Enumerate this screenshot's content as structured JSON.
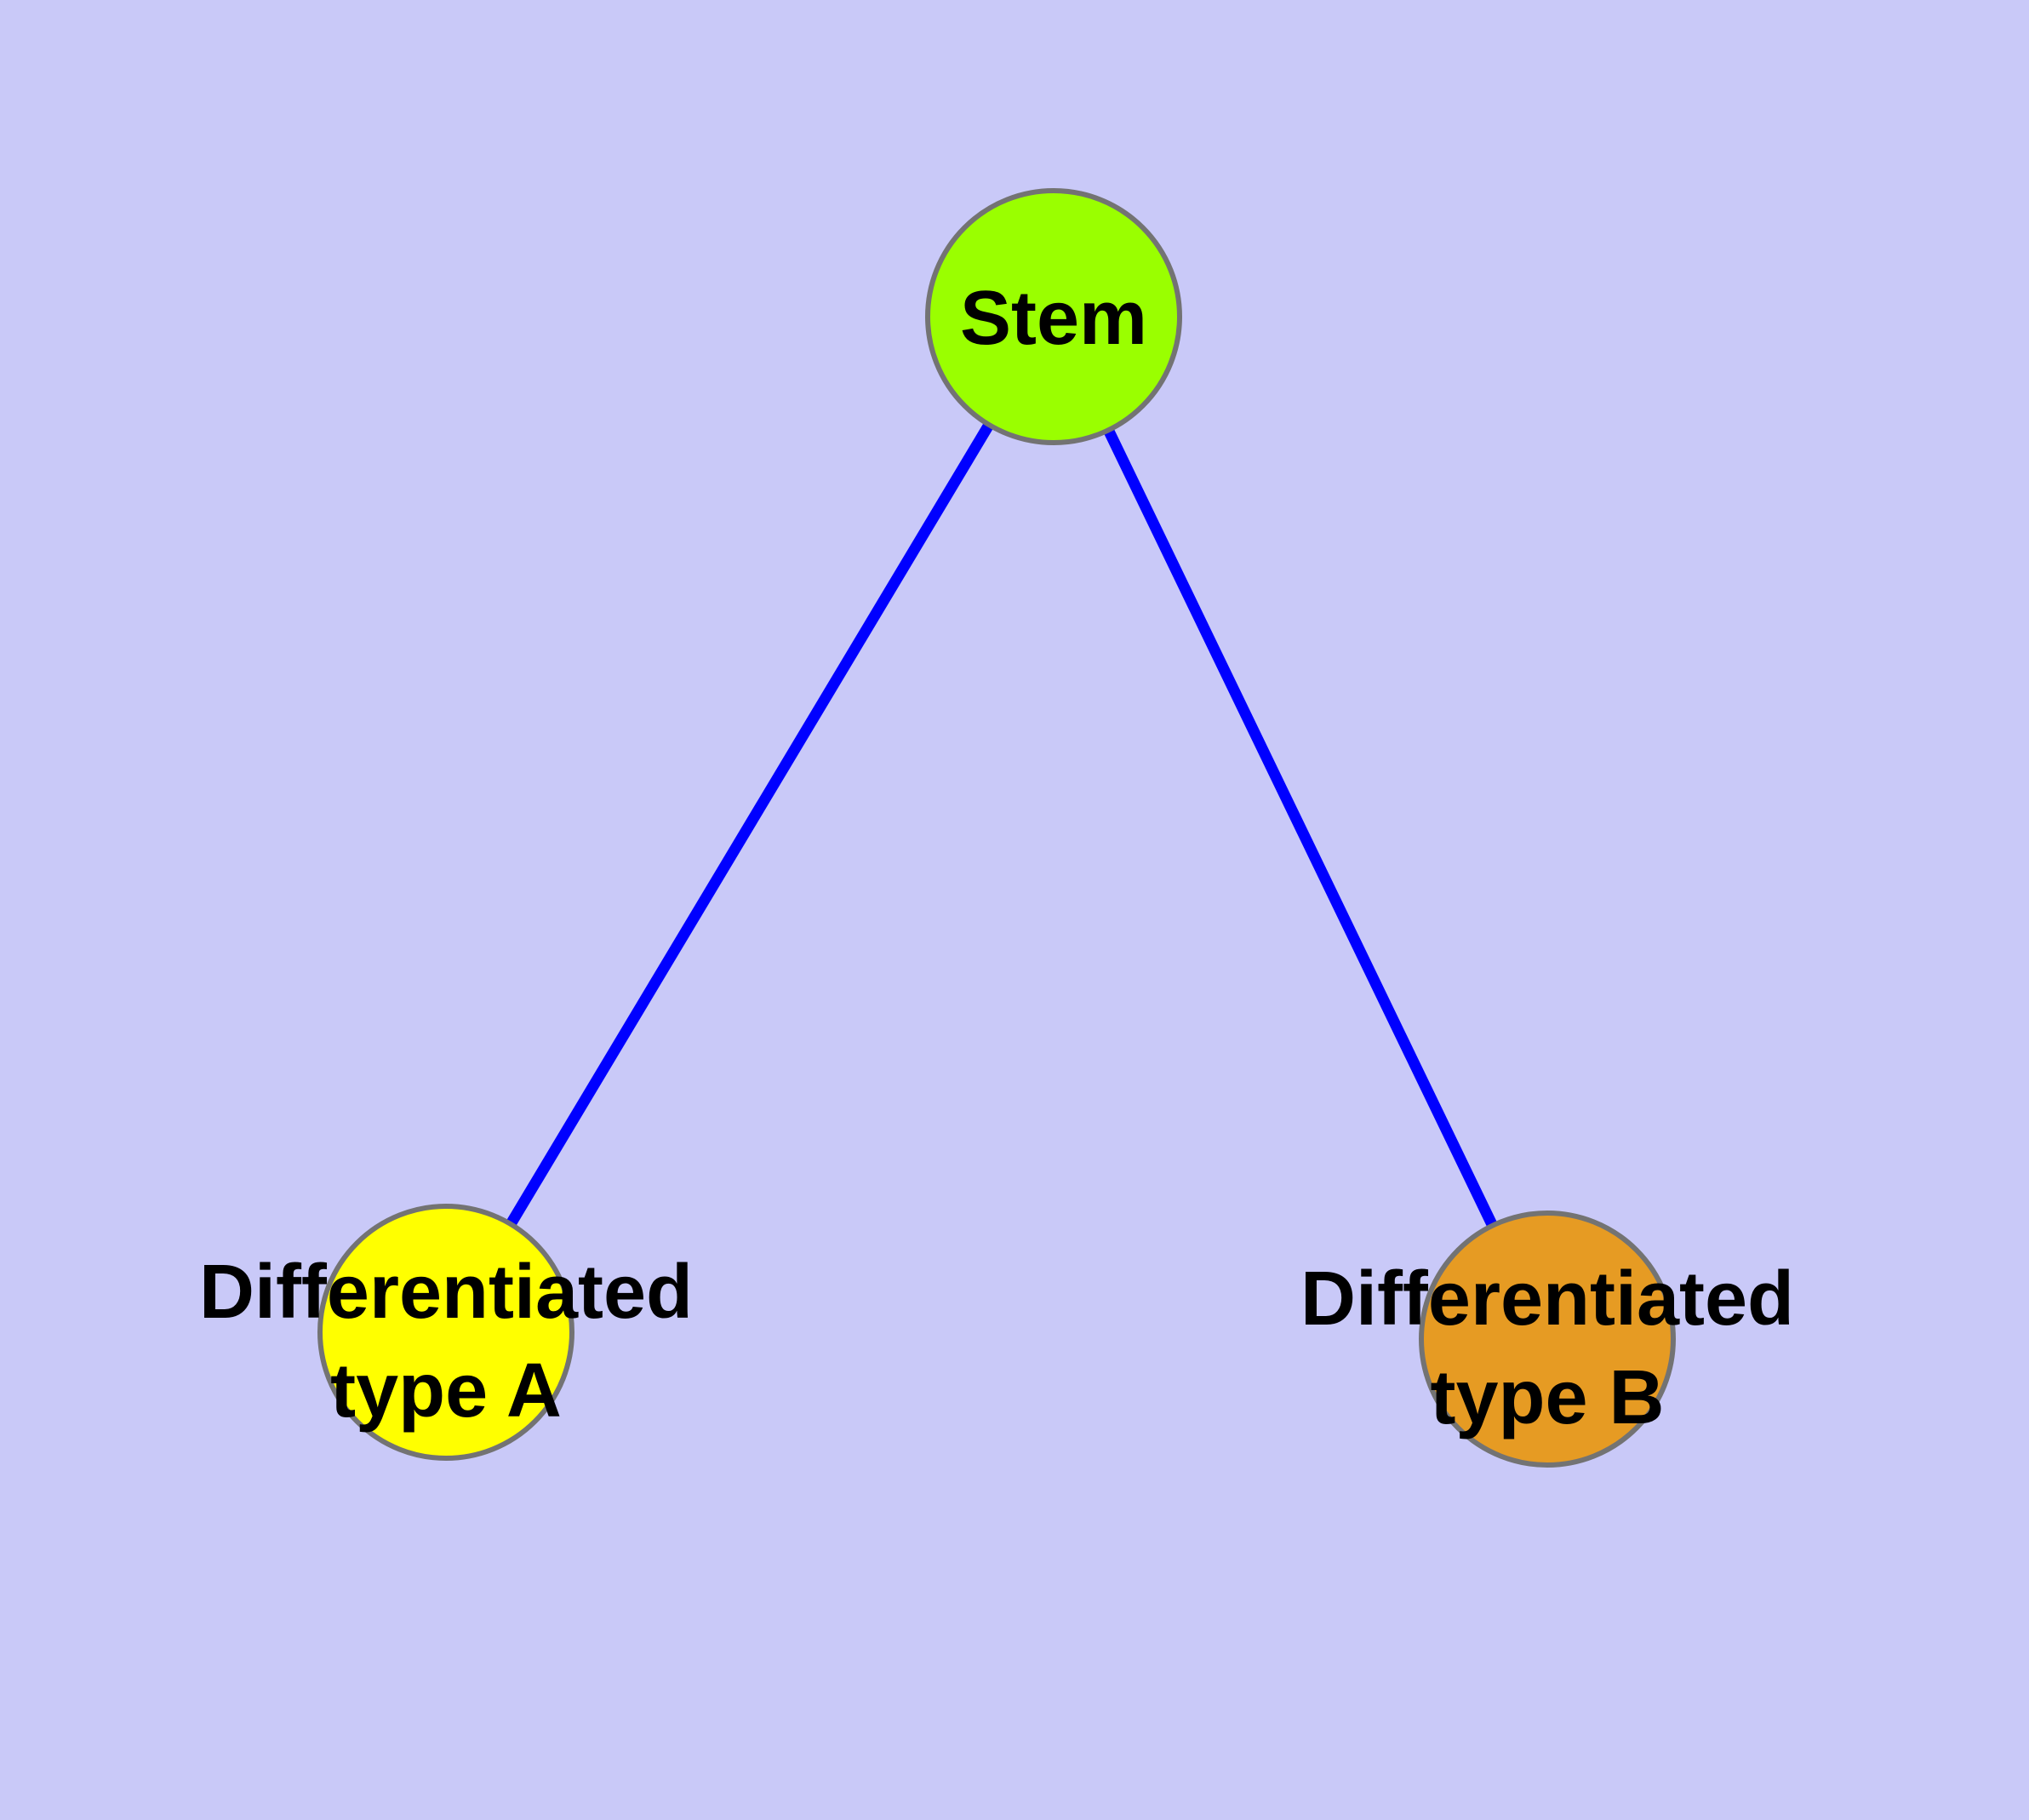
{
  "diagram": {
    "type": "graph",
    "background_color": "#C9C9F8",
    "edge_color": "#0000FF",
    "node_border_color": "#737373",
    "text_color": "#000000",
    "nodes": [
      {
        "id": "stem",
        "label_lines": [
          "Stem"
        ],
        "fill": "#9AFF00"
      },
      {
        "id": "differentiated-type-a",
        "label_lines": [
          "Differentiated",
          "type A"
        ],
        "fill": "#FFFF00"
      },
      {
        "id": "differentiated-type-b",
        "label_lines": [
          "Differentiated",
          "type B"
        ],
        "fill": "#E69B23"
      }
    ],
    "edges": [
      {
        "from": "stem",
        "to": "differentiated-type-a"
      },
      {
        "from": "stem",
        "to": "differentiated-type-b"
      }
    ]
  }
}
